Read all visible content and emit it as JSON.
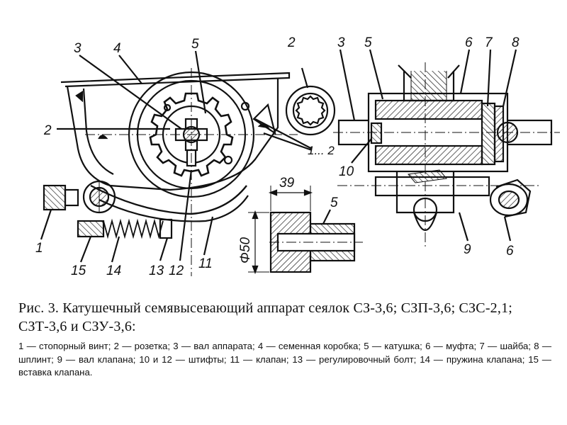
{
  "labels": {
    "l1": "1",
    "l2_left": "2",
    "l3_left": "3",
    "l4": "4",
    "l5_left": "5",
    "l12_range": "1... 2",
    "l2_rosette": "2",
    "l3_right": "3",
    "l5_right": "5",
    "l6_right": "6",
    "l7": "7",
    "l8": "8",
    "l10": "10",
    "l9": "9",
    "l6_bottom": "6",
    "l15": "15",
    "l14": "14",
    "l13": "13",
    "l12": "12",
    "l11": "11",
    "dim_39": "39",
    "dim_50": "Φ50",
    "l5_section": "5"
  },
  "caption": {
    "title": "Рис. 3. Катушечный семявысевающий аппарат сеялок СЗ-3,6; СЗП-3,6; СЗС-2,1; СЗТ-3,6 и СЗУ-3,6:",
    "legend": "1 — стопорный винт; 2 — розетка; 3 — вал аппарата; 4 — семенная коробка; 5 — катушка; 6 — муфта; 7 — шайба; 8 — шплинт; 9 — вал клапана; 10 и 12 — штифты; 11 — клапан; 13 — регулировочный болт; 14 — пружина клапана; 15 — вставка клапана."
  }
}
